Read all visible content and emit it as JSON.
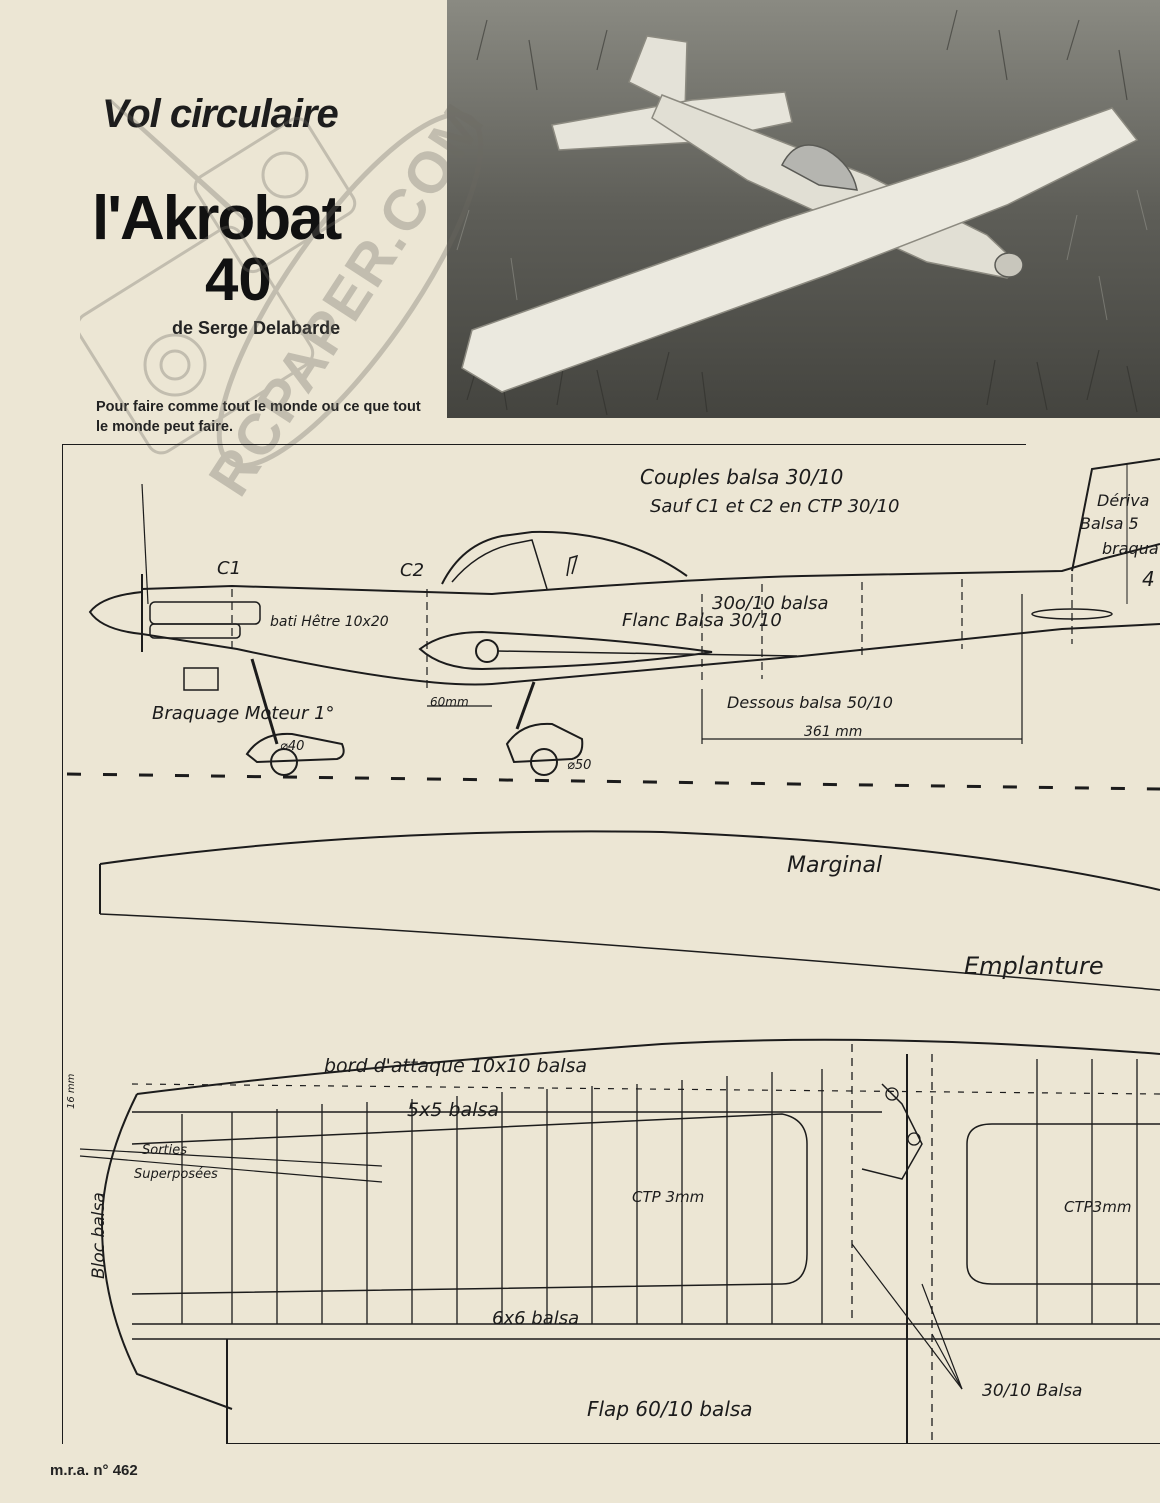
{
  "header": {
    "section": "Vol circulaire",
    "title": "l'Akrobat",
    "number": "40",
    "author": "de Serge Delabarde",
    "intro": "Pour faire comme tout le monde ou ce que tout le monde peut faire."
  },
  "watermark": {
    "text": "RCPAPER.COM"
  },
  "plan": {
    "fuselage": {
      "couples_line1": "Couples balsa 30/10",
      "couples_line2": "Sauf C1 et C2 en CTP 30/10",
      "c1": "C1",
      "c2": "C2",
      "derive_line1": "Dériva",
      "derive_line2": "Balsa 5",
      "derive_line3": "braqua",
      "derive_line4": "4",
      "dessus": "30o/10 balsa",
      "bati": "bati Hêtre 10x20",
      "flanc": "Flanc Balsa 30/10",
      "braquage_moteur": "Braquage Moteur 1°",
      "dim_60": "60mm",
      "dessous": "Dessous balsa 50/10",
      "dim_361": "361 mm",
      "roue_avant": "⌀40",
      "roue_arriere": "⌀50"
    },
    "wing": {
      "marginal": "Marginal",
      "emplanture": "Emplanture",
      "bord_attaque": "bord d'attaque 10x10 balsa",
      "longeron_5x5": "5x5 balsa",
      "dim_16": "16 mm",
      "sorties_line1": "Sorties",
      "sorties_line2": "Superposées",
      "bloc": "Bloc balsa",
      "ctp1": "CTP 3mm",
      "ctp2": "CTP3mm",
      "longeron_6x6": "6x6 balsa",
      "balsa_30_10": "30/10 Balsa",
      "flap": "Flap 60/10 balsa"
    }
  },
  "footer": {
    "issue": "m.r.a. n° 462"
  }
}
